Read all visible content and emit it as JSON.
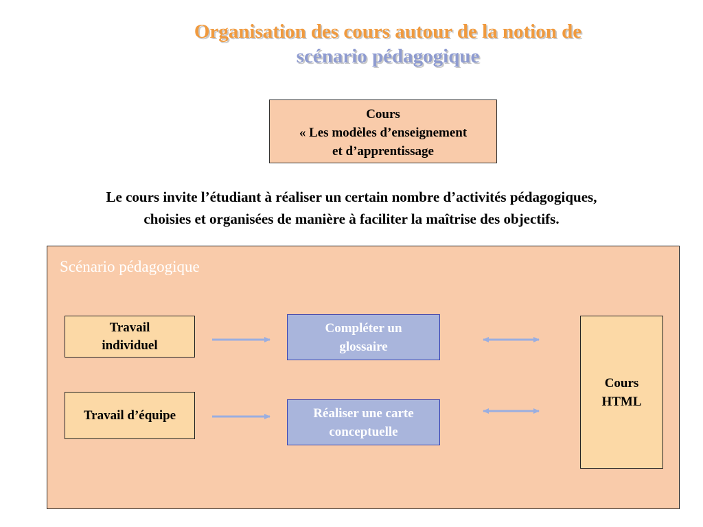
{
  "title": {
    "line1": "Organisation des cours autour de la notion de",
    "line2": "scénario pédagogique"
  },
  "cours": {
    "line1": "Cours",
    "line2": "« Les modèles d’enseignement",
    "line3": "et d’apprentissage"
  },
  "intro": {
    "line1": "Le cours invite l’étudiant à réaliser un certain nombre d’activités pédagogiques,",
    "line2": "choisies et organisées de manière à faciliter la maîtrise des objectifs."
  },
  "scenario": {
    "title": "Scénario pédagogique",
    "work_individual": {
      "line1": "Travail",
      "line2": "individuel"
    },
    "work_team": {
      "label": "Travail d’équipe"
    },
    "activity_glossary": {
      "line1": "Compléter un",
      "line2": "glossaire"
    },
    "activity_map": {
      "line1": "Réaliser une carte",
      "line2": "conceptuelle"
    },
    "html_course": {
      "line1": "Cours",
      "line2": "HTML"
    }
  },
  "colors": {
    "title_orange": "#f09a3e",
    "title_blue": "#8e9bd0",
    "peach": "#f9cbaa",
    "light_orange": "#fcd9a6",
    "activity_blue": "#a9b5dc",
    "arrow_blue": "#9aaee0"
  }
}
